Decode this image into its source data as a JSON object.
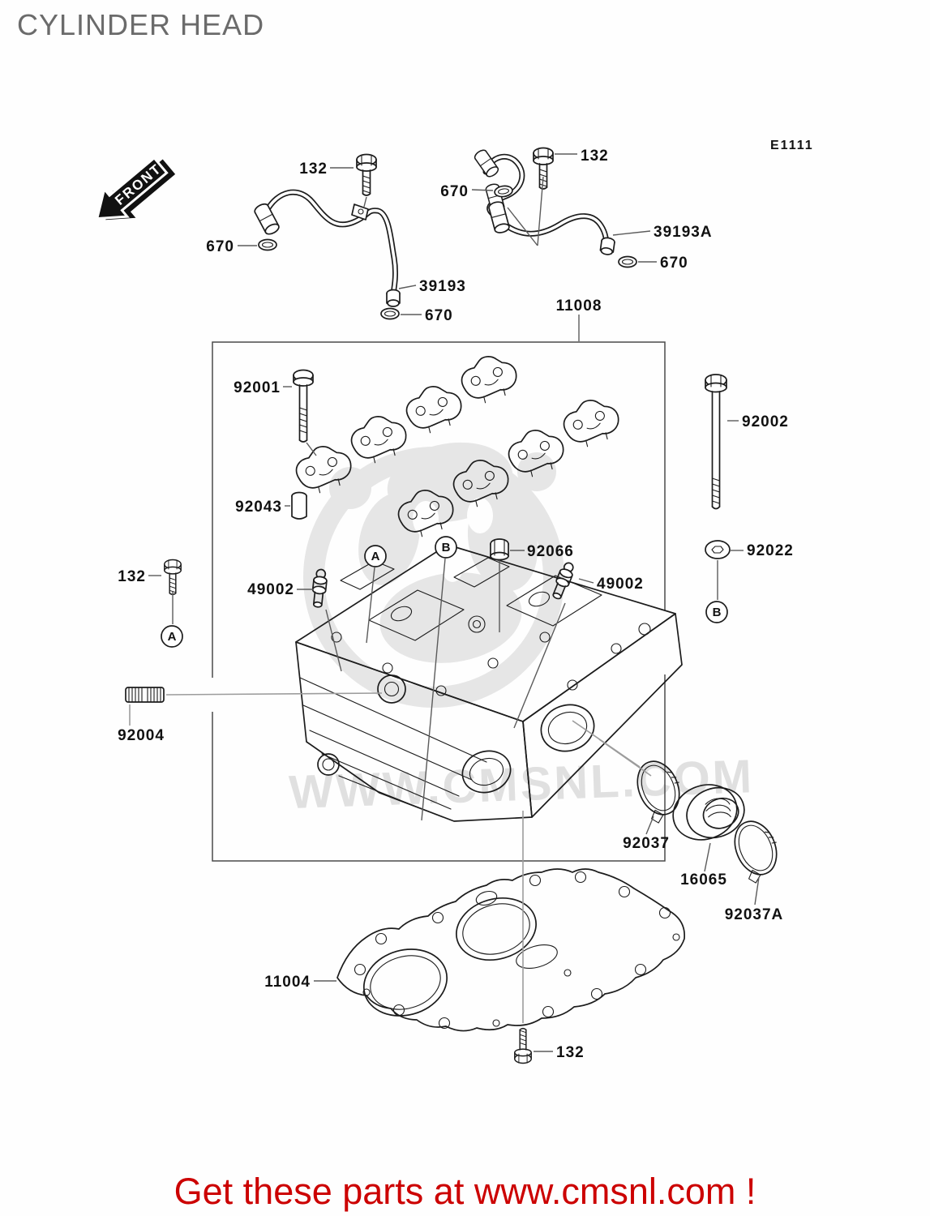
{
  "page": {
    "title": "CYLINDER HEAD",
    "diagram_code": "E1111",
    "front_label": "FRONT",
    "watermark_text": "WWW.CMSNL.COM",
    "banner_text": "Get these parts at www.cmsnl.com !"
  },
  "colors": {
    "banner_red": "#cc0000",
    "title_gray": "#6b6b6b",
    "line_black": "#1c1c1c",
    "leader_gray": "#5b5b5b",
    "long_leader_gray": "#9c9c9c",
    "watermark_gray": "#e6e6e6"
  },
  "refs": {
    "a": "A",
    "b": "B"
  },
  "callouts": [
    {
      "part": "132",
      "text": "132"
    },
    {
      "part": "670",
      "text": "670"
    },
    {
      "part": "39193",
      "text": "39193"
    },
    {
      "part": "670",
      "text": "670"
    },
    {
      "part": "132",
      "text": "132"
    },
    {
      "part": "670",
      "text": "670"
    },
    {
      "part": "39193A",
      "text": "39193A"
    },
    {
      "part": "670",
      "text": "670"
    },
    {
      "part": "11008",
      "text": "11008"
    },
    {
      "part": "92001",
      "text": "92001"
    },
    {
      "part": "92002",
      "text": "92002"
    },
    {
      "part": "92043",
      "text": "92043"
    },
    {
      "part": "92066",
      "text": "92066"
    },
    {
      "part": "49002",
      "text": "49002"
    },
    {
      "part": "49002",
      "text": "49002"
    },
    {
      "part": "132",
      "text": "132"
    },
    {
      "part": "92022",
      "text": "92022"
    },
    {
      "part": "92004",
      "text": "92004"
    },
    {
      "part": "92037",
      "text": "92037"
    },
    {
      "part": "16065",
      "text": "16065"
    },
    {
      "part": "92037A",
      "text": "92037A"
    },
    {
      "part": "11004",
      "text": "11004"
    },
    {
      "part": "132",
      "text": "132"
    }
  ]
}
